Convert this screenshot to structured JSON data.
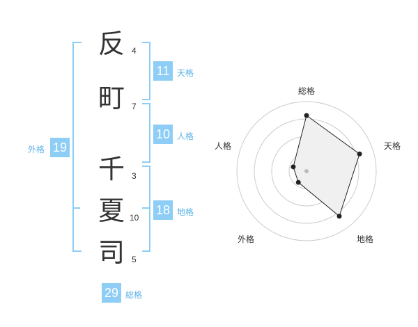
{
  "name_chars": [
    {
      "char": "反",
      "strokes": "4"
    },
    {
      "char": "町",
      "strokes": "7"
    },
    {
      "char": "千",
      "strokes": "3"
    },
    {
      "char": "夏",
      "strokes": "10"
    },
    {
      "char": "司",
      "strokes": "5"
    }
  ],
  "fortunes": {
    "tenkaku": {
      "value": "11",
      "label": "天格"
    },
    "jinkaku": {
      "value": "10",
      "label": "人格"
    },
    "chikaku": {
      "value": "18",
      "label": "地格"
    },
    "gaikaku": {
      "value": "19",
      "label": "外格"
    },
    "soukaku": {
      "value": "29",
      "label": "総格"
    }
  },
  "radar": {
    "axes": [
      "総格",
      "天格",
      "地格",
      "外格",
      "人格"
    ],
    "scores": [
      4,
      4,
      4,
      1,
      1
    ],
    "max_score": 5,
    "rings": 4,
    "colors": {
      "fill": "#f0f0f0",
      "stroke": "#222222",
      "grid": "#cccccc",
      "center": "#bbbbbb"
    }
  },
  "colors": {
    "accent": "#8ecdf5",
    "label": "#5cb3e8"
  }
}
